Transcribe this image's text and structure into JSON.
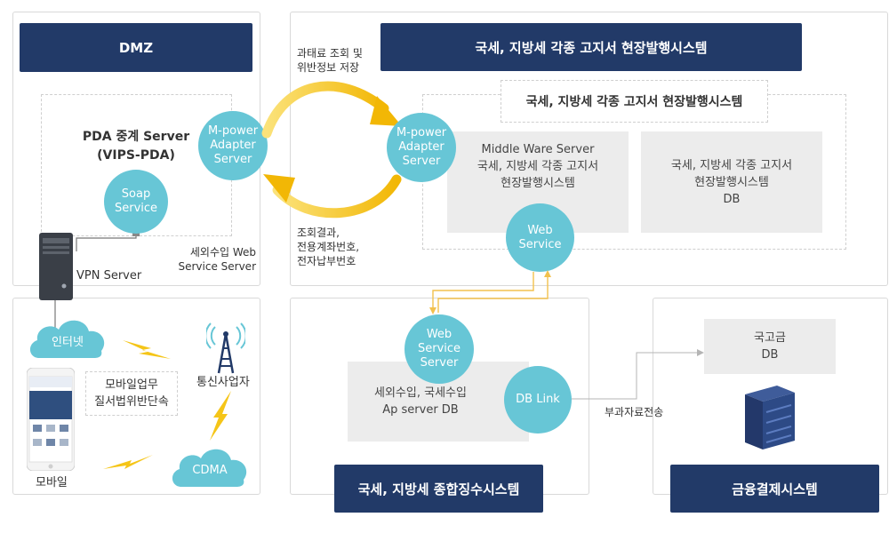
{
  "dmz": {
    "title": "DMZ",
    "pda_server": "PDA 중계 Server\n(VIPS-PDA)",
    "soap_service": "Soap\nService",
    "mpower_adapter": "M-power\nAdapter\nServer",
    "vpn_server": "VPN Server",
    "web_service_server_label": "세외수입 Web\nService Server"
  },
  "arrows": {
    "top_label": "과태료 조회 및\n위반정보 저장",
    "bottom_label": "조회결과,\n전용계좌번호,\n전자납부번호"
  },
  "issue_system": {
    "title": "국세, 지방세 각종 고지서 현장발행시스템",
    "inner_title": "국세, 지방세 각종 고지서 현장발행시스템",
    "mpower_adapter": "M-power\nAdapter\nServer",
    "middleware": "Middle Ware Server\n국세, 지방세 각종 고지서\n현장발행시스템",
    "db": "국세, 지방세 각종 고지서\n현장발행시스템\nDB",
    "web_service": "Web\nService"
  },
  "mobile": {
    "internet": "인터넷",
    "telecom": "통신사업자",
    "cdma": "CDMA",
    "mobile_label": "모바일",
    "mobile_task": "모바일업무\n질서법위반단속"
  },
  "collection_system": {
    "web_service_server": "Web\nService\nServer",
    "ap_db": "세외수입, 국세수입\nAp server DB",
    "db_link": "DB Link",
    "title": "국세, 지방세 종합징수시스템"
  },
  "finance_system": {
    "transfer_label": "부과자료전송",
    "treasury_db": "국고금\nDB",
    "title": "금융결제시스템"
  },
  "colors": {
    "navy": "#223a68",
    "teal": "#67c6d6",
    "yellow": "#f5c518",
    "link": "#f2c14e"
  }
}
